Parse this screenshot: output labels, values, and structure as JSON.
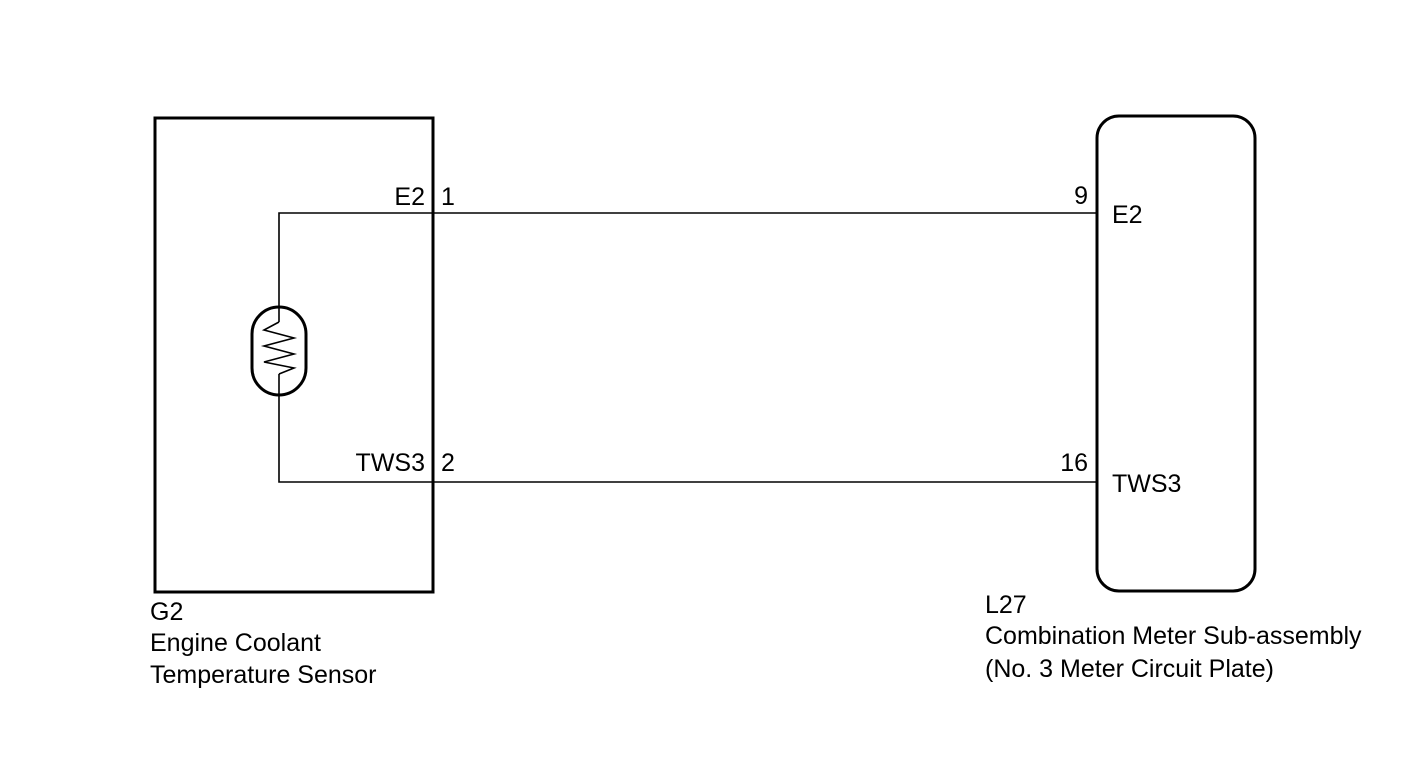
{
  "sensor": {
    "code": "G2",
    "name_line1": "Engine Coolant",
    "name_line2": "Temperature Sensor",
    "symbol": "thermistor-icon",
    "terminals": [
      {
        "name": "E2",
        "pin": "1"
      },
      {
        "name": "TWS3",
        "pin": "2"
      }
    ]
  },
  "meter": {
    "code": "L27",
    "name_line1": "Combination Meter Sub-assembly",
    "name_line2": "(No. 3 Meter Circuit Plate)",
    "terminals": [
      {
        "name": "E2",
        "pin": "9"
      },
      {
        "name": "TWS3",
        "pin": "16"
      }
    ]
  }
}
